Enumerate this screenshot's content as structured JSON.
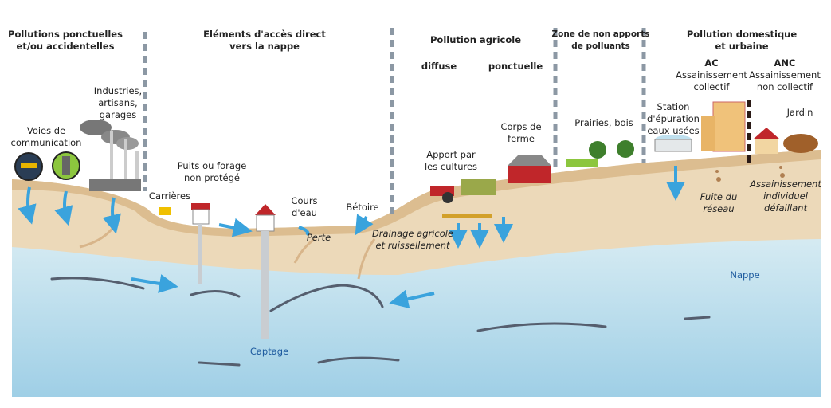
{
  "headers": {
    "ponctuelles": [
      "Pollutions ponctuelles",
      "et/ou accidentelles"
    ],
    "acces": [
      "Eléments d'accès direct",
      "vers la nappe"
    ],
    "agricole": "Pollution agricole",
    "diffuse": "diffuse",
    "ponctuelle": "ponctuelle",
    "non_apports": [
      "Zone de non apports",
      "de polluants"
    ],
    "domestique": [
      "Pollution domestique",
      "et urbaine"
    ],
    "ac": "AC",
    "ac_desc": [
      "Assainissement",
      "collectif"
    ],
    "anc": "ANC",
    "anc_desc": [
      "Assainissement",
      "non collectif"
    ]
  },
  "labels": {
    "voies": [
      "Voies de",
      "communication"
    ],
    "industries": [
      "Industries,",
      "artisans,",
      "garages"
    ],
    "carrieres": "Carrières",
    "puits": [
      "Puits ou forage",
      "non protégé"
    ],
    "cours": [
      "Cours",
      "d'eau"
    ],
    "betoire": "Bétoire",
    "perte": "Perte",
    "drainage": [
      "Drainage agricole",
      "et ruissellement"
    ],
    "apport": [
      "Apport par",
      "les cultures"
    ],
    "corps": [
      "Corps de",
      "ferme"
    ],
    "prairies": "Prairies, bois",
    "station": [
      "Station",
      "d'épuration",
      "eaux usées"
    ],
    "jardin": "Jardin",
    "fuite": [
      "Fuite du",
      "réseau"
    ],
    "ai_defaillant": [
      "Assainissement",
      "individuel",
      "défaillant"
    ],
    "nappe": "Nappe",
    "captage": "Captage"
  },
  "colors": {
    "soil": "#e9d3b0",
    "soil_top": "#d9b98c",
    "water": "#a9d3e6",
    "arrow": "#3aa3dd"
  }
}
